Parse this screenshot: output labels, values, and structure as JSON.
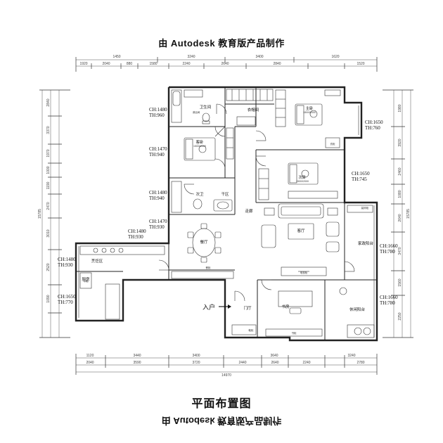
{
  "watermark": {
    "text": "由 Autodesk 教育版产品制作"
  },
  "title": "平面布置图",
  "entry_label": "入户",
  "rooms": [
    {
      "id": "bath1",
      "label": "卫生间"
    },
    {
      "id": "walkin",
      "label": "衣帽间"
    },
    {
      "id": "master",
      "label": "主卧",
      "sub": "1800X2000"
    },
    {
      "id": "guest",
      "label": "客卧",
      "sub": "1500X2000"
    },
    {
      "id": "second",
      "label": "次卧",
      "sub": "1500X2000"
    },
    {
      "id": "bath2",
      "label": "次卫"
    },
    {
      "id": "wash",
      "label": "干区"
    },
    {
      "id": "corridor",
      "label": "走廊"
    },
    {
      "id": "living",
      "label": "客厅"
    },
    {
      "id": "dining",
      "label": "餐厅"
    },
    {
      "id": "kitchen",
      "label": "厨房"
    },
    {
      "id": "cook",
      "label": "烹饪区"
    },
    {
      "id": "foyer",
      "label": "门厅"
    },
    {
      "id": "study",
      "label": "书房"
    },
    {
      "id": "balcony1",
      "label": "家政阳台"
    },
    {
      "id": "balcony2",
      "label": "休闲阳台"
    },
    {
      "id": "cab1",
      "label": "餐柜"
    },
    {
      "id": "cab2",
      "label": "鞋柜"
    },
    {
      "id": "cab3",
      "label": "装饰柜"
    },
    {
      "id": "cab4",
      "label": "电视柜"
    },
    {
      "id": "cab5",
      "label": "书柜"
    },
    {
      "id": "cab6",
      "label": "衣柜"
    },
    {
      "id": "cab7",
      "label": "冰箱"
    },
    {
      "id": "bath1_sub",
      "label": "淋浴间"
    }
  ],
  "heights": [
    {
      "ch": "CH:1480",
      "th": "TH:960"
    },
    {
      "ch": "CH:1470",
      "th": "TH:940"
    },
    {
      "ch": "CH:1480",
      "th": "TH:940"
    },
    {
      "ch": "CH:1470",
      "th": "TH:930"
    },
    {
      "ch": "CH:1480",
      "th": "TH:930"
    },
    {
      "ch": "CH:1480",
      "th": "TH:930"
    },
    {
      "ch": "CH:1650",
      "th": "TH:770"
    },
    {
      "ch": "CH:1650",
      "th": "TH:760"
    },
    {
      "ch": "CH:1650",
      "th": "TH:745"
    },
    {
      "ch": "CH:1660",
      "th": "TH:780"
    },
    {
      "ch": "CH:1660",
      "th": "TH:780"
    }
  ],
  "dimensions": {
    "top_outer": [
      "1450",
      "3240",
      "3400",
      "1620"
    ],
    "top_inner": [
      "1920",
      "2040",
      "880",
      "1580",
      "2240",
      "2640",
      "2840",
      "1520"
    ],
    "bottom_outer": [
      "1120",
      "3440",
      "3400",
      "3640",
      "3240"
    ],
    "bottom_inner": [
      "2040",
      "3590",
      "3720",
      "2440",
      "2640",
      "2240",
      "2780"
    ],
    "bottom_total": "14970",
    "left": [
      "2840",
      "3370",
      "1970",
      "1000",
      "1190",
      "2470",
      "3010",
      "2520",
      "1090"
    ],
    "left_total": "15785",
    "right": [
      "1980",
      "3920",
      "2460",
      "1080",
      "2640",
      "3470",
      "1560",
      "2250"
    ],
    "right_total": "15785"
  }
}
